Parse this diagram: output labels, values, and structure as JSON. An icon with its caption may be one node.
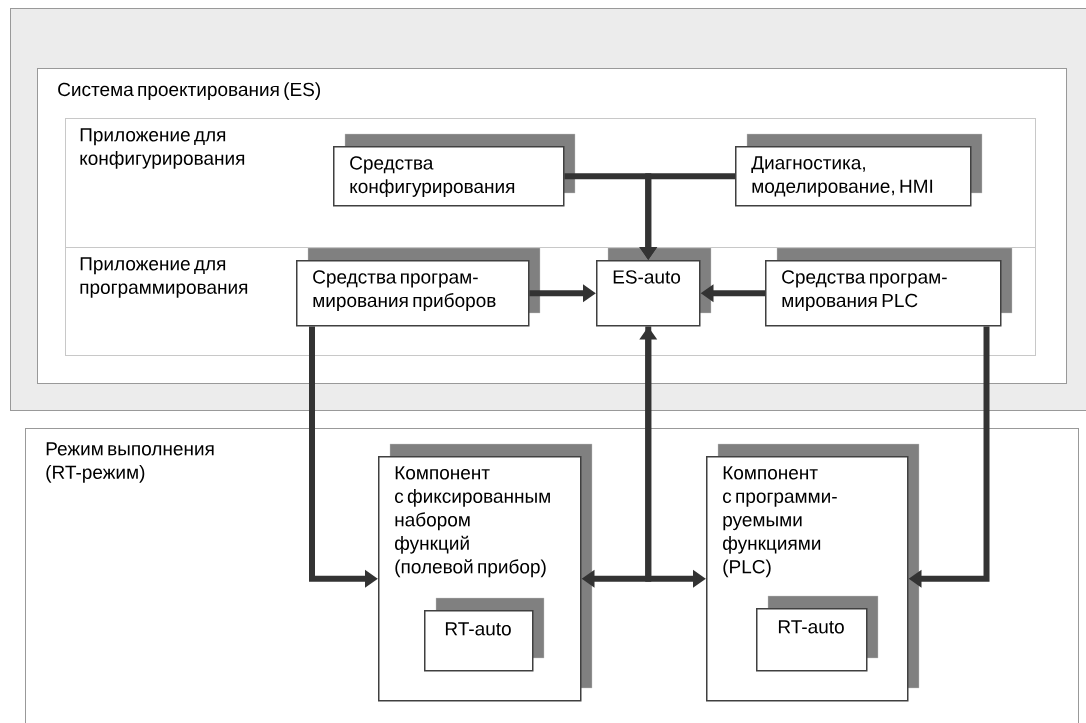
{
  "diagram": {
    "nodes": [
      {
        "text": [],
        "shape": "box"
      },
      {
        "text": [
          "Система проектирования (ES)"
        ],
        "in": 0
      },
      {
        "text": [
          "Приложение для конфигурирования"
        ],
        "in": 1
      },
      {
        "text": [
          "Средства конфигурирования"
        ],
        "in": 2
      },
      {
        "text": [
          "Диагностика, моделирование, HMI"
        ],
        "in": 2
      },
      {
        "text": [
          "Приложение для программирования"
        ],
        "in": 1
      },
      {
        "text": [
          "Средства програм- мирования приборов"
        ],
        "in": 5
      },
      {
        "text": [
          "ES-auto"
        ],
        "in": 5
      },
      {
        "text": [
          "Средства програм- мирования PLC"
        ],
        "in": 5
      },
      {
        "text": [
          "Режим выполнения (RT-режим)"
        ]
      },
      {
        "text": [
          "Компонент с фиксированным набором функций (полевой прибор)"
        ],
        "in": 9
      },
      {
        "text": [
          "RT-auto"
        ],
        "in": 10
      },
      {
        "text": [
          "Компонент с программи- руемыми функциями (PLC)"
        ],
        "in": 9
      },
      {
        "text": [
          "RT-auto"
        ],
        "in": 12
      }
    ],
    "edges": [
      {
        "from": 3,
        "to": 7,
        "arrow": "to"
      },
      {
        "from": 4,
        "to": 7,
        "arrow": "to"
      },
      {
        "from": 6,
        "to": 7,
        "arrow": "to"
      },
      {
        "from": 8,
        "to": 7,
        "arrow": "to"
      },
      {
        "from": 6,
        "to": 10,
        "arrow": "to"
      },
      {
        "from": 8,
        "to": 12,
        "arrow": "to"
      },
      {
        "from": 7,
        "to": 10,
        "arrow": "both"
      },
      {
        "from": 7,
        "to": 12,
        "arrow": "to"
      }
    ]
  }
}
